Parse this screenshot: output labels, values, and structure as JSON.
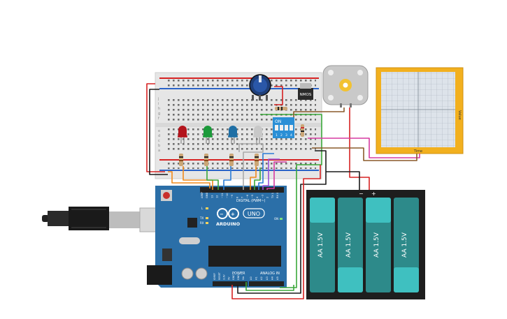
{
  "components": {
    "mosfet": {
      "label": "NMOS"
    },
    "dip_switch": {
      "label": "ON",
      "pins": [
        "1",
        "2",
        "3",
        "4"
      ]
    },
    "arduino": {
      "brand": "ARDUINO",
      "model": "UNO",
      "digital_header": "DIGITAL (PWM~)",
      "power_header": "POWER",
      "analog_header": "ANALOG IN",
      "led_labels": [
        "L",
        "TX",
        "RX"
      ],
      "on_label": "ON",
      "digital_pins": [
        "AREF",
        "GND",
        "13",
        "12",
        "~11",
        "~10",
        "~9",
        "8",
        "7",
        "~6",
        "~5",
        "4",
        "~3",
        "2",
        "TX 1",
        "RX 0"
      ],
      "power_pins": [
        "IOREF",
        "RESET",
        "3.3V",
        "5V",
        "GND",
        "GND",
        "Vin"
      ],
      "analog_pins": [
        "A0",
        "A1",
        "A2",
        "A3",
        "A4",
        "A5"
      ]
    },
    "battery_pack": {
      "cell_label": "AA 1.5V",
      "cell_count": 4,
      "minus": "−",
      "plus": "+"
    },
    "oscilloscope": {
      "side_label": "Value",
      "bottom_label": "Time"
    },
    "leds": [
      {
        "color": "red",
        "hex": "#b3141c"
      },
      {
        "color": "green",
        "hex": "#1b9a3a"
      },
      {
        "color": "blue",
        "hex": "#1f6fa5"
      },
      {
        "color": "white",
        "hex": "#c8c8c8"
      }
    ]
  },
  "breadboard": {
    "row_labels_top": [
      "j",
      "i",
      "h",
      "g",
      "f"
    ],
    "row_labels_bottom": [
      "e",
      "d",
      "c",
      "b",
      "a"
    ]
  },
  "colors": {
    "arduino_board": "#2b6fa8",
    "battery_cell": "#2d8a8a",
    "scope_frame": "#f2b01e",
    "wire_red": "#d62222",
    "wire_black": "#1a1a1a",
    "wire_green": "#3aa83a",
    "wire_orange": "#f08a1c",
    "wire_blue": "#2a7bd6",
    "wire_purple": "#9a4fd6",
    "wire_magenta": "#d63aa0",
    "wire_brown": "#8a5a2a"
  }
}
